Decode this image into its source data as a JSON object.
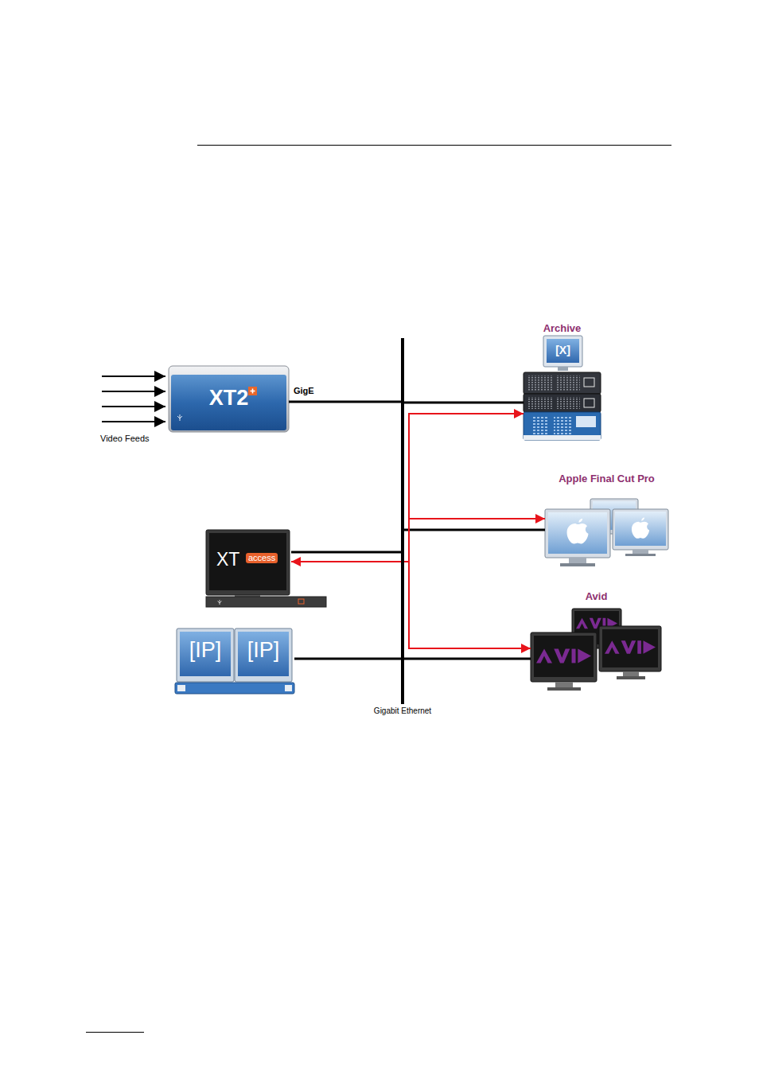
{
  "diagram": {
    "nodes": [
      {
        "text": [
          "XT2"
        ]
      },
      {
        "text": [
          "Gigabit Ethernet"
        ]
      },
      {
        "text": [
          "Archive"
        ]
      },
      {
        "text": [
          "Apple Final Cut Pro"
        ]
      },
      {
        "text": [
          "XT",
          "access"
        ]
      },
      {
        "text": [
          "[IP]",
          "[IP]"
        ]
      },
      {
        "text": [
          "Avid"
        ]
      }
    ],
    "edges": [
      {
        "from": 0,
        "to": 1,
        "label": "GigE",
        "arrow": "none"
      },
      {
        "from": 1,
        "to": 2,
        "arrow": "none"
      },
      {
        "from": 1,
        "to": 3,
        "arrow": "none"
      },
      {
        "from": 1,
        "to": 4,
        "arrow": "none"
      },
      {
        "from": 1,
        "to": 5,
        "arrow": "none"
      },
      {
        "from": 1,
        "to": 6,
        "arrow": "none"
      },
      {
        "from": 1,
        "to": 2,
        "arrow": "to"
      },
      {
        "from": 1,
        "to": 3,
        "arrow": "to"
      },
      {
        "from": 1,
        "to": 4,
        "arrow": "to"
      },
      {
        "from": 1,
        "to": 6,
        "arrow": "to"
      }
    ],
    "labels": [
      "Video Feeds",
      "[X]"
    ]
  }
}
